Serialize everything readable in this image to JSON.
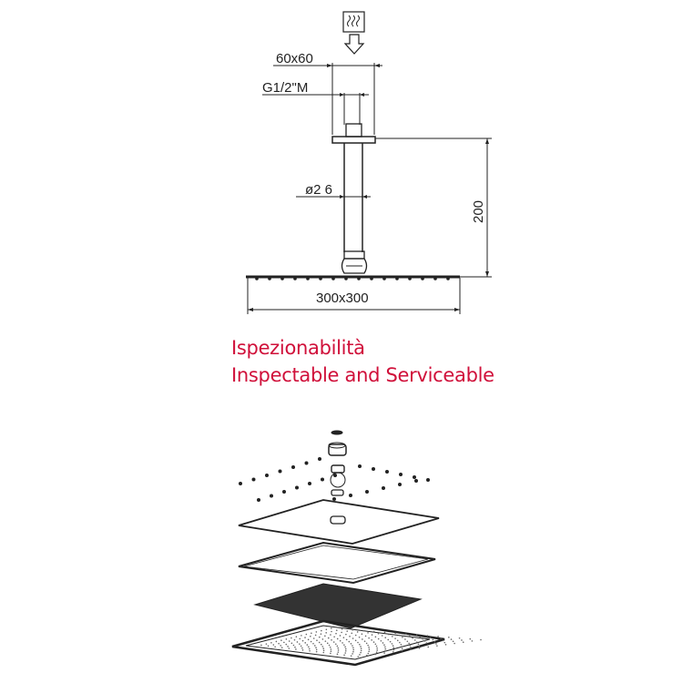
{
  "drawing": {
    "flange_size_label": "60x60",
    "thread_label": "G1/2\"M",
    "pipe_diameter_label": "ø2 6",
    "arm_length_label": "200",
    "head_size_label": "300x300",
    "icon": "hot-water-supply-icon",
    "line_color": "#222222"
  },
  "caption": {
    "line1": "Ispezionabilità",
    "line2": "Inspectable and Serviceable",
    "color": "#d0103a"
  }
}
